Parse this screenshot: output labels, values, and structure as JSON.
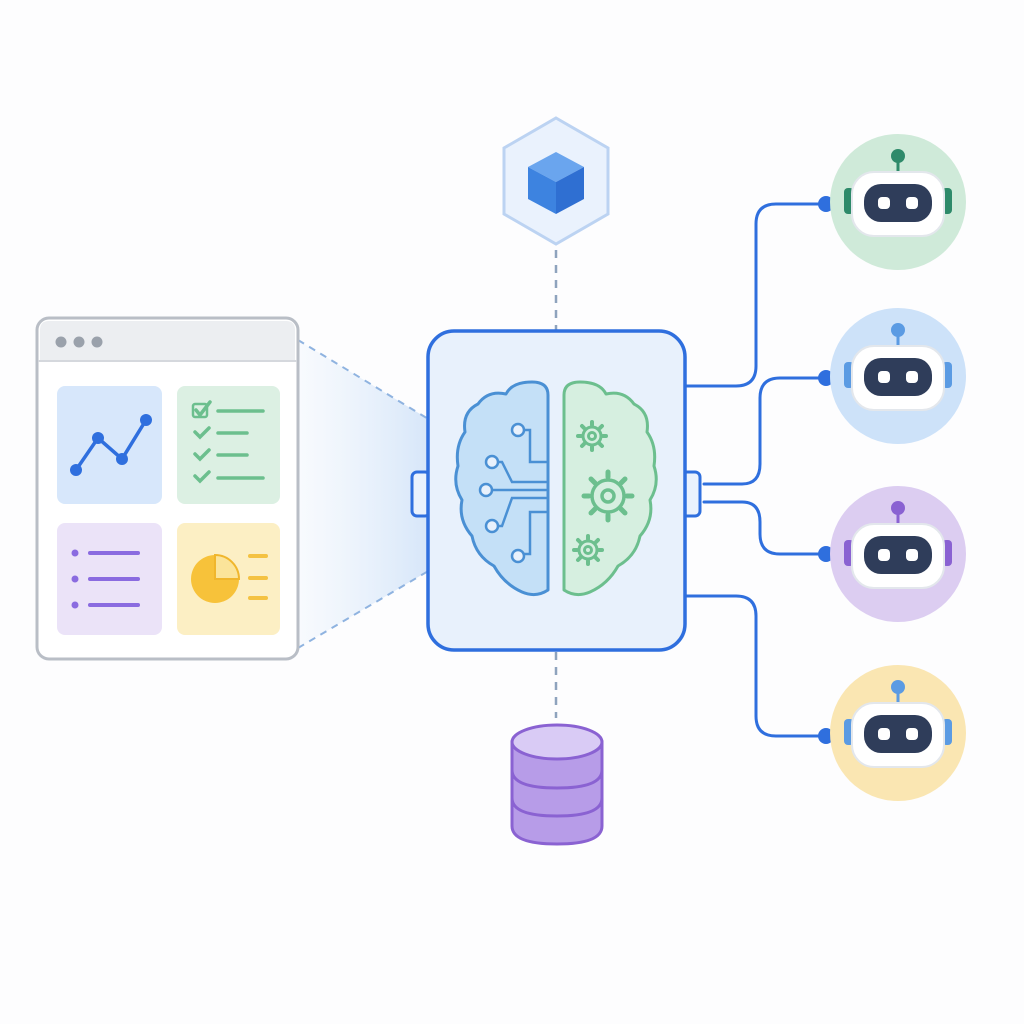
{
  "colors": {
    "primary": "#2f6fde",
    "primary_light": "#e8f1fc",
    "dash": "#8ea3bd",
    "panel_border": "#b9bec6",
    "panel_header": "#eceef1",
    "tile_chart": "#d7e7fb",
    "tile_checklist": "#dcf0e3",
    "tile_list": "#ebe3f8",
    "tile_pie": "#fcefc4",
    "brain_left": "#c4e0f7",
    "brain_left_stroke": "#4a90d4",
    "brain_right": "#d6efe0",
    "brain_right_stroke": "#6cbf8e",
    "cube": "#3d83e0",
    "database": "#b79ce8",
    "database_stroke": "#8a62d2",
    "robot_face": "#2f3d5a"
  },
  "dashboard": {
    "window_dots": 3,
    "tiles": [
      {
        "name": "line-chart",
        "icon": "line-chart-icon"
      },
      {
        "name": "checklist",
        "icon": "checklist-icon"
      },
      {
        "name": "list",
        "icon": "list-icon"
      },
      {
        "name": "pie-chart",
        "icon": "pie-chart-icon"
      }
    ]
  },
  "hub": {
    "icon": "brain-circuit-gear-icon"
  },
  "top_node": {
    "icon": "cube-icon"
  },
  "bottom_node": {
    "icon": "database-icon"
  },
  "agents": [
    {
      "name": "agent-1",
      "bg": "#cfead9",
      "accent": "#2e8a6a",
      "icon": "robot-icon"
    },
    {
      "name": "agent-2",
      "bg": "#cde2f9",
      "accent": "#5b9be3",
      "icon": "robot-icon"
    },
    {
      "name": "agent-3",
      "bg": "#dccdf1",
      "accent": "#8a62d2",
      "icon": "robot-icon"
    },
    {
      "name": "agent-4",
      "bg": "#fae6b2",
      "accent": "#5b9be3",
      "icon": "robot-icon"
    }
  ]
}
